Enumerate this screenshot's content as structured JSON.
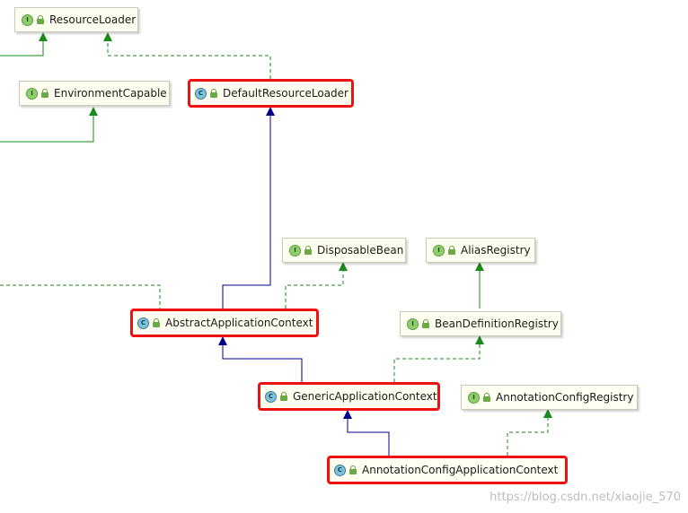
{
  "nodes": [
    {
      "id": "resource-loader",
      "label": "ResourceLoader",
      "kind": "interface",
      "badge": "I",
      "highlighted": false
    },
    {
      "id": "environment-capable",
      "label": "EnvironmentCapable",
      "kind": "interface",
      "badge": "I",
      "highlighted": false
    },
    {
      "id": "default-resource-loader",
      "label": "DefaultResourceLoader",
      "kind": "class",
      "badge": "C",
      "highlighted": true
    },
    {
      "id": "disposable-bean",
      "label": "DisposableBean",
      "kind": "interface",
      "badge": "I",
      "highlighted": false
    },
    {
      "id": "alias-registry",
      "label": "AliasRegistry",
      "kind": "interface",
      "badge": "I",
      "highlighted": false
    },
    {
      "id": "abstract-application-context",
      "label": "AbstractApplicationContext",
      "kind": "class",
      "badge": "C",
      "highlighted": true
    },
    {
      "id": "bean-definition-registry",
      "label": "BeanDefinitionRegistry",
      "kind": "interface",
      "badge": "I",
      "highlighted": false
    },
    {
      "id": "generic-application-context",
      "label": "GenericApplicationContext",
      "kind": "class",
      "badge": "C",
      "highlighted": true
    },
    {
      "id": "annotation-config-registry",
      "label": "AnnotationConfigRegistry",
      "kind": "interface",
      "badge": "I",
      "highlighted": false
    },
    {
      "id": "annotation-config-application-context",
      "label": "AnnotationConfigApplicationContext",
      "kind": "class",
      "badge": "C",
      "highlighted": true
    }
  ],
  "edges": [
    {
      "from": "default-resource-loader",
      "to": "resource-loader",
      "type": "implements"
    },
    {
      "from": "abstract-application-context",
      "to": "default-resource-loader",
      "type": "extends"
    },
    {
      "from": "abstract-application-context",
      "to": "disposable-bean",
      "type": "implements"
    },
    {
      "from": "bean-definition-registry",
      "to": "alias-registry",
      "type": "extends-interface"
    },
    {
      "from": "generic-application-context",
      "to": "abstract-application-context",
      "type": "extends"
    },
    {
      "from": "generic-application-context",
      "to": "bean-definition-registry",
      "type": "implements"
    },
    {
      "from": "annotation-config-application-context",
      "to": "generic-application-context",
      "type": "extends"
    },
    {
      "from": "annotation-config-application-context",
      "to": "annotation-config-registry",
      "type": "implements"
    }
  ],
  "colors": {
    "extends": "#00008b",
    "implements": "#1a8a1a",
    "highlight_border": "#ee1111",
    "node_fill": "#fffff2"
  },
  "watermark": "https://blog.csdn.net/xiaojie_570"
}
